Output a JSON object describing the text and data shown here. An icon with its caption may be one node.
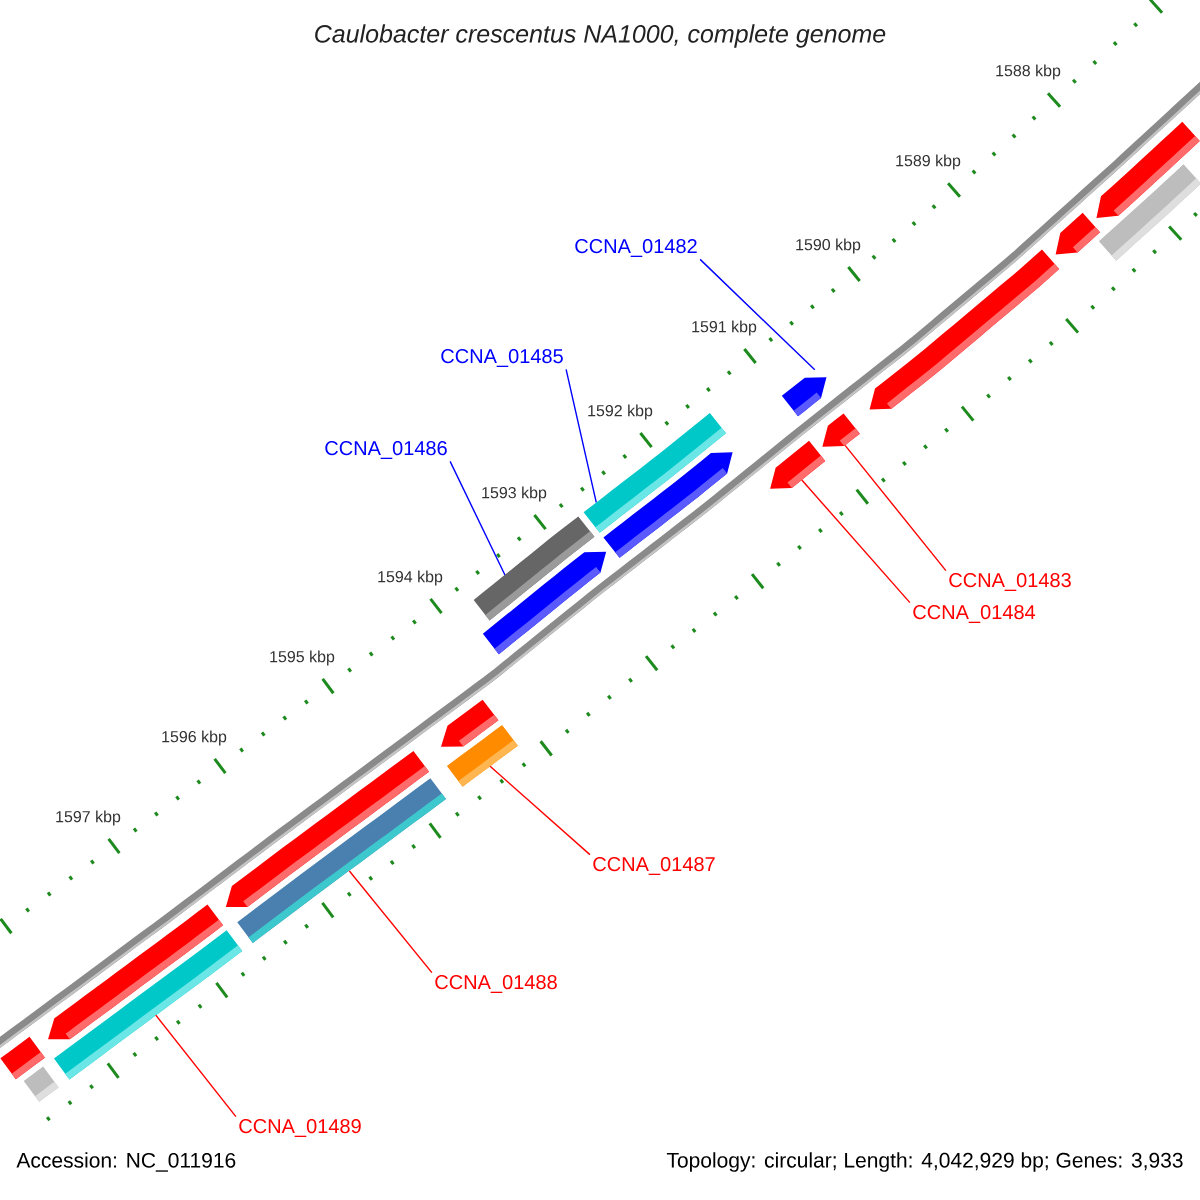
{
  "diagram": {
    "title": "Caulobacter crescentus NA1000, complete genome",
    "nodes": [
      {
        "text": [
          "CCNA_01482"
        ]
      },
      {
        "text": [
          "CCNA_01485"
        ]
      },
      {
        "text": [
          "CCNA_01486"
        ]
      },
      {
        "text": [
          "CCNA_01483"
        ]
      },
      {
        "text": [
          "CCNA_01484"
        ]
      },
      {
        "text": [
          "CCNA_01487"
        ]
      },
      {
        "text": [
          "CCNA_01488"
        ]
      },
      {
        "text": [
          "CCNA_01489"
        ]
      },
      {
        "text": [],
        "shape": "bar"
      },
      {
        "text": [],
        "shape": "bar"
      },
      {
        "text": [],
        "shape": "pentagon"
      },
      {
        "text": [],
        "shape": "bar"
      },
      {
        "text": [],
        "shape": "pentagon"
      },
      {
        "text": [],
        "shape": "bar"
      },
      {
        "text": [],
        "shape": "pentagon"
      },
      {
        "text": [],
        "shape": "bar"
      },
      {
        "text": [],
        "shape": "bar"
      },
      {
        "text": [],
        "shape": "pentagon"
      },
      {
        "text": [],
        "shape": "bar"
      },
      {
        "text": [],
        "shape": "pentagon"
      },
      {
        "text": [],
        "shape": "pentagon"
      },
      {
        "text": [],
        "shape": "pentagon"
      },
      {
        "text": [],
        "shape": "pentagon"
      },
      {
        "text": [],
        "shape": "pentagon"
      },
      {
        "text": [],
        "shape": "pentagon"
      },
      {
        "text": [],
        "shape": "bar"
      },
      {
        "text": [],
        "shape": "pentagon"
      }
    ],
    "edges": [
      {
        "from": 0,
        "to": 21,
        "arrow": "none",
        "color": "#0000ff"
      },
      {
        "from": 1,
        "to": 18,
        "arrow": "none",
        "color": "#0000ff"
      },
      {
        "from": 2,
        "to": 16,
        "arrow": "none",
        "color": "#0000ff"
      },
      {
        "from": 3,
        "to": 22,
        "arrow": "none"
      },
      {
        "from": 4,
        "to": 20,
        "arrow": "none"
      },
      {
        "from": 5,
        "to": 15,
        "arrow": "none"
      },
      {
        "from": 6,
        "to": 13,
        "arrow": "none"
      },
      {
        "from": 7,
        "to": 11,
        "arrow": "none"
      }
    ],
    "labels": [
      "1588 kbp",
      "1589 kbp",
      "1590 kbp",
      "1591 kbp",
      "1592 kbp",
      "1593 kbp",
      "1594 kbp",
      "1595 kbp",
      "1596 kbp",
      "1597 kbp",
      "Accession: NC_011916",
      "Topology: circular; Length: 4,042,929 bp; Genes: 3,933"
    ]
  }
}
